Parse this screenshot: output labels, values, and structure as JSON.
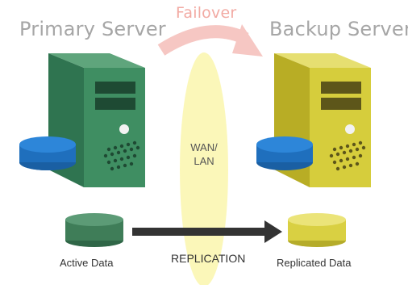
{
  "diagram": {
    "primary_title": "Primary Server",
    "backup_title": "Backup Server",
    "failover_label": "Failover",
    "network_label_line1": "WAN/",
    "network_label_line2": "LAN",
    "active_data_label": "Active Data",
    "replication_label": "REPLICATION",
    "replicated_data_label": "Replicated Data"
  },
  "colors": {
    "primary_server": "#3a8a5e",
    "backup_server": "#d6cd3c",
    "database": "#1f73c4",
    "active_data": "#3f7d58",
    "replicated_data": "#d9d042",
    "failover_arrow": "#f6c7c3",
    "network_ellipse": "#fbf7b5",
    "replication_arrow": "#333333",
    "title_text": "#a6a6a6"
  }
}
